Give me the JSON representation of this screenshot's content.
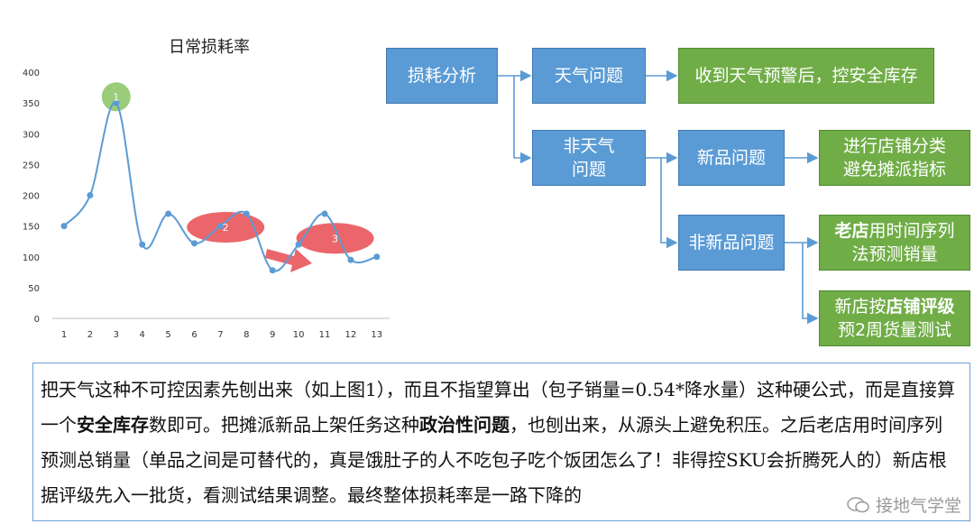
{
  "chart_data": {
    "type": "line",
    "title": "日常损耗率",
    "categories": [
      "1",
      "2",
      "3",
      "4",
      "5",
      "6",
      "7",
      "8",
      "9",
      "10",
      "11",
      "12",
      "13"
    ],
    "values": [
      150,
      200,
      350,
      120,
      170,
      122,
      150,
      170,
      78,
      120,
      170,
      95,
      100
    ],
    "ylim": [
      0,
      400
    ],
    "yticks": [
      "0",
      "50",
      "100",
      "150",
      "200",
      "250",
      "300",
      "350",
      "400"
    ],
    "grid": false,
    "annotations": [
      {
        "label": "1",
        "shape": "circle",
        "color": "#8fc76a",
        "x": 3,
        "y": 360
      },
      {
        "label": "2",
        "shape": "ellipse",
        "color": "#e8555a",
        "x": 7.2,
        "y": 148
      },
      {
        "label": "3",
        "shape": "ellipse",
        "color": "#e8555a",
        "x": 11.4,
        "y": 130
      }
    ],
    "arrow_color": "#e8555a",
    "line_color": "#5b9bd5"
  },
  "diagram": {
    "root": "损耗分析",
    "weather": "天气问题",
    "weather_action": "收到天气预警后，控安全库存",
    "non_weather": [
      "非天气",
      "问题"
    ],
    "new_product": "新品问题",
    "new_product_action": [
      "进行店铺分类",
      "避免摊派指标"
    ],
    "non_new_product": "非新品问题",
    "old_store_action": {
      "bold": "老店",
      "rest": "用时间序列",
      "line2": "法预测销量"
    },
    "new_store_action": {
      "pre": "新店按",
      "bold": "店铺评级",
      "line2": "预2周货量测试"
    }
  },
  "description": {
    "p1": "把天气这种不可控因素先刨出来（如上图1），而且不指望算出（包子销量=0.54*降水量）这种硬公式，而是直接算一个",
    "b1": "安全库存",
    "p2": "数即可。把摊派新品上架任务这种",
    "b2": "政治性问题",
    "p3": "，也刨出来，从源头上避免积压。之后老店用时间序列预测总销量（单品之间是可替代的，真是饿肚子的人不吃包子吃个饭团怎么了！非得控SKU会折腾死人的）新店根据评级先入一批货，看测试结果调整。最终整体损耗率是一路下降的"
  },
  "watermark": "接地气学堂",
  "colors": {
    "blue": "#5b9bd5",
    "green": "#70ad47",
    "border": "#6fa0d8"
  }
}
